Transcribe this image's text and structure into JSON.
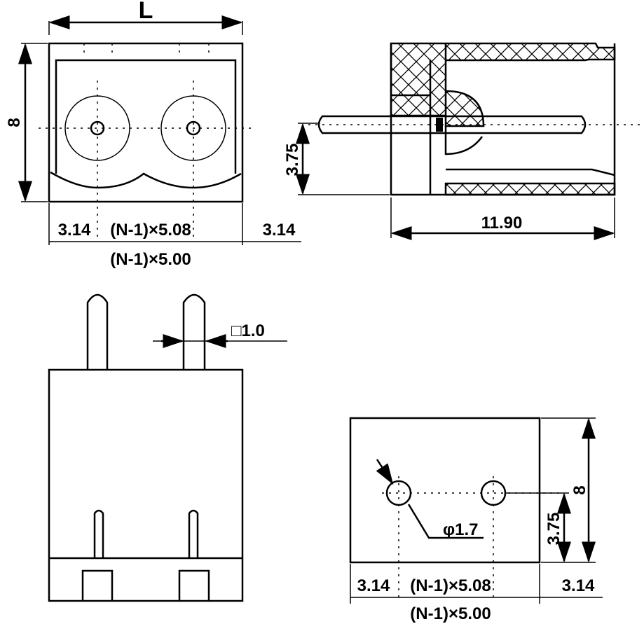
{
  "front_view": {
    "width_label": "L",
    "height_label": "8",
    "left_margin": "3.14",
    "pitch_label_top": "(N-1)×5.08",
    "right_margin": "3.14",
    "pitch_label_bottom": "(N-1)×5.00"
  },
  "side_view": {
    "pin_height": "3.75",
    "depth": "11.90"
  },
  "bottom_view": {
    "pin_size": "□1.0"
  },
  "pcb_layout": {
    "height_label": "8",
    "hole_height": "3.75",
    "hole_diameter": "φ1.7",
    "left_margin": "3.14",
    "pitch_label_top": "(N-1)×5.08",
    "right_margin": "3.14",
    "pitch_label_bottom": "(N-1)×5.00"
  }
}
